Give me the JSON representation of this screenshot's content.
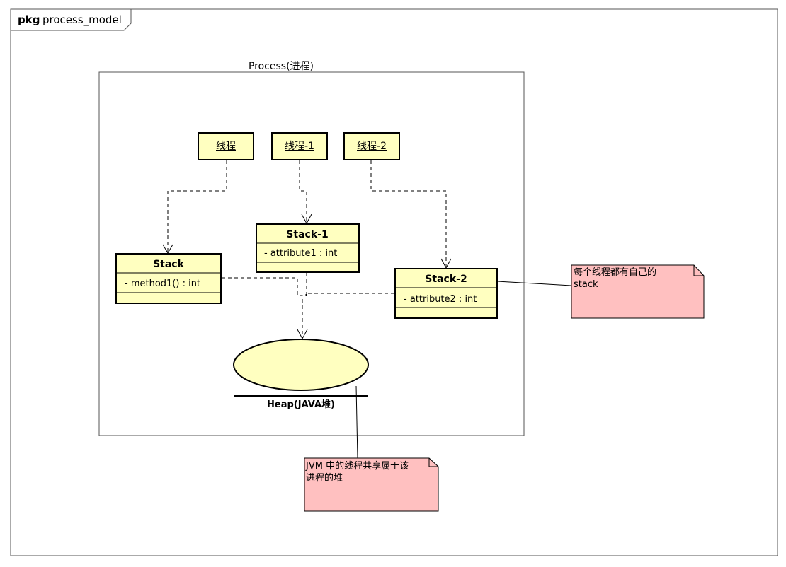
{
  "package": {
    "keyword": "pkg",
    "name": "process_model"
  },
  "process": {
    "label": "Process(进程)"
  },
  "threads": [
    {
      "label": "线程"
    },
    {
      "label": "线程-1"
    },
    {
      "label": "线程-2"
    }
  ],
  "classes": {
    "stack": {
      "name": "Stack",
      "member": "- method1() : int"
    },
    "stack1": {
      "name": "Stack-1",
      "member": "- attribute1 : int"
    },
    "stack2": {
      "name": "Stack-2",
      "member": "- attribute2 : int"
    }
  },
  "heap": {
    "label": "Heap(JAVA堆)"
  },
  "notes": {
    "stack_note": {
      "lines": [
        "每个线程都有自己的",
        "stack"
      ]
    },
    "heap_note": {
      "lines": [
        "JVM 中的线程共享属于该",
        "进程的堆"
      ]
    }
  },
  "colors": {
    "class_fill": "#ffffc0",
    "class_stroke": "#000000",
    "note_fill": "#ffc0c0",
    "line": "#000000"
  }
}
